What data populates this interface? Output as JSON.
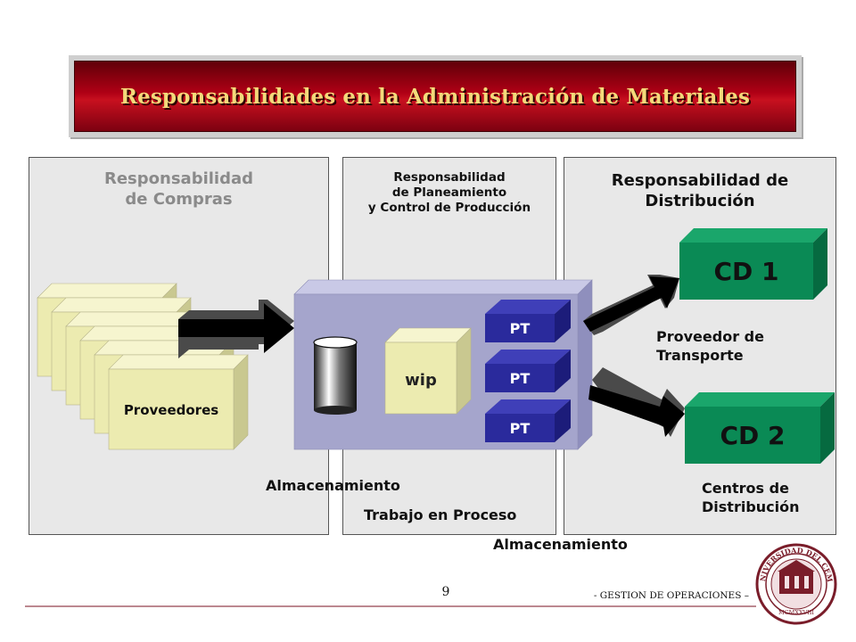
{
  "title": "Responsabilidades en la Administración de Materiales",
  "panels": {
    "compras": {
      "title_line1": "Responsabilidad",
      "title_line2": "de Compras"
    },
    "planeamiento": {
      "title_line1": "Responsabilidad",
      "title_line2": "de Planeamiento",
      "title_line3": "y Control de Producción"
    },
    "distribucion": {
      "title_line1": "Responsabilidad de",
      "title_line2": "Distribución"
    }
  },
  "boxes": {
    "proveedores": "Proveedores",
    "wip": "wip",
    "pt1": "PT",
    "pt2": "PT",
    "pt3": "PT",
    "cd1": "CD 1",
    "cd2": "CD 2"
  },
  "labels": {
    "proveedor_transporte_line1": "Proveedor de",
    "proveedor_transporte_line2": "Transporte",
    "almacenamiento_1": "Almacenamiento",
    "trabajo_en_proceso": "Trabajo en Proceso",
    "almacenamiento_2": "Almacenamiento",
    "centros_line1": "Centros de",
    "centros_line2": "Distribución"
  },
  "footer": {
    "page_number": "9",
    "course": "- GESTION DE OPERACIONES –",
    "seal_text": "UNIVERSIDAD DEL CEMA",
    "seal_year": "MCMXXVIII"
  },
  "colors": {
    "title_bg": "#b00015",
    "title_text": "#f3d97a",
    "panel_bg": "#e8e8e8",
    "supplier_box": "#ecebb0",
    "process_box": "#a5a5cc",
    "pt_box": "#2a2a9c",
    "cd_box": "#0a8a55"
  }
}
